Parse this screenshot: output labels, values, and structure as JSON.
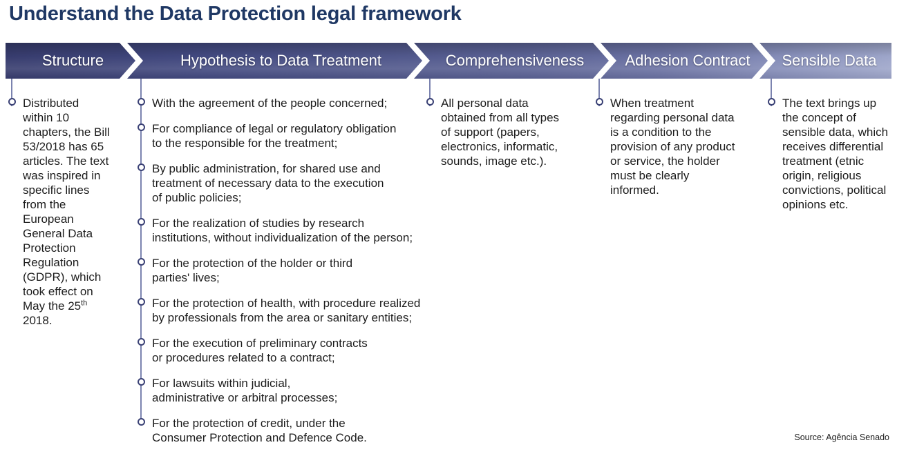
{
  "title": "Understand the Data Protection legal framework",
  "source": "Source: Agência Senado",
  "colors": {
    "title_text": "#1F3864",
    "bar_gradient_start": "#373C6E",
    "bar_gradient_end": "#9EA6CA",
    "chevron": "#FFFFFF",
    "header_text": "#FFFFFF",
    "marker_ring": "#3A4175",
    "connector_line": "#7B83AF",
    "body_text": "#1C1C1C"
  },
  "columns": [
    {
      "header": "Structure",
      "items": [
        {
          "pre": "Distributed\nwithin 10\nchapters, the Bill\n53/2018 has 65\narticles. The text\nwas inspired in\nspecific lines\nfrom the\nEuropean\nGeneral Data\nProtection\nRegulation\n(GDPR), which\ntook effect on\nMay the 25",
          "sup": "th",
          "post": "\n2018."
        }
      ]
    },
    {
      "header": "Hypothesis to Data Treatment",
      "items": [
        "With the agreement of the people concerned;",
        "For compliance of legal or regulatory obligation\nto the responsible for the treatment;",
        "By public administration, for shared use and\ntreatment of necessary data to the execution\nof public policies;",
        "For the realization of studies by research\ninstitutions, without individualization of the person;",
        "For the protection of the holder or third\nparties' lives;",
        "For the protection of health, with procedure realized\nby professionals from the area or sanitary entities;",
        "For the execution of preliminary contracts\nor procedures related to a contract;",
        "For lawsuits within judicial,\nadministrative or arbitral processes;",
        "For the protection of credit, under the\nConsumer Protection and Defence Code."
      ]
    },
    {
      "header": "Comprehensiveness",
      "items": [
        "All personal data\nobtained from all types\nof support (papers,\nelectronics, informatic,\nsounds, image etc.)."
      ]
    },
    {
      "header": "Adhesion Contract",
      "items": [
        "When treatment\nregarding personal data\nis a condition to the\nprovision of any product\nor service, the holder\nmust be clearly\ninformed."
      ]
    },
    {
      "header": "Sensible Data",
      "items": [
        "The text brings up\nthe concept of\nsensible data, which\nreceives differential\ntreatment (etnic\norigin, religious\nconvictions, political\nopinions etc."
      ]
    }
  ]
}
